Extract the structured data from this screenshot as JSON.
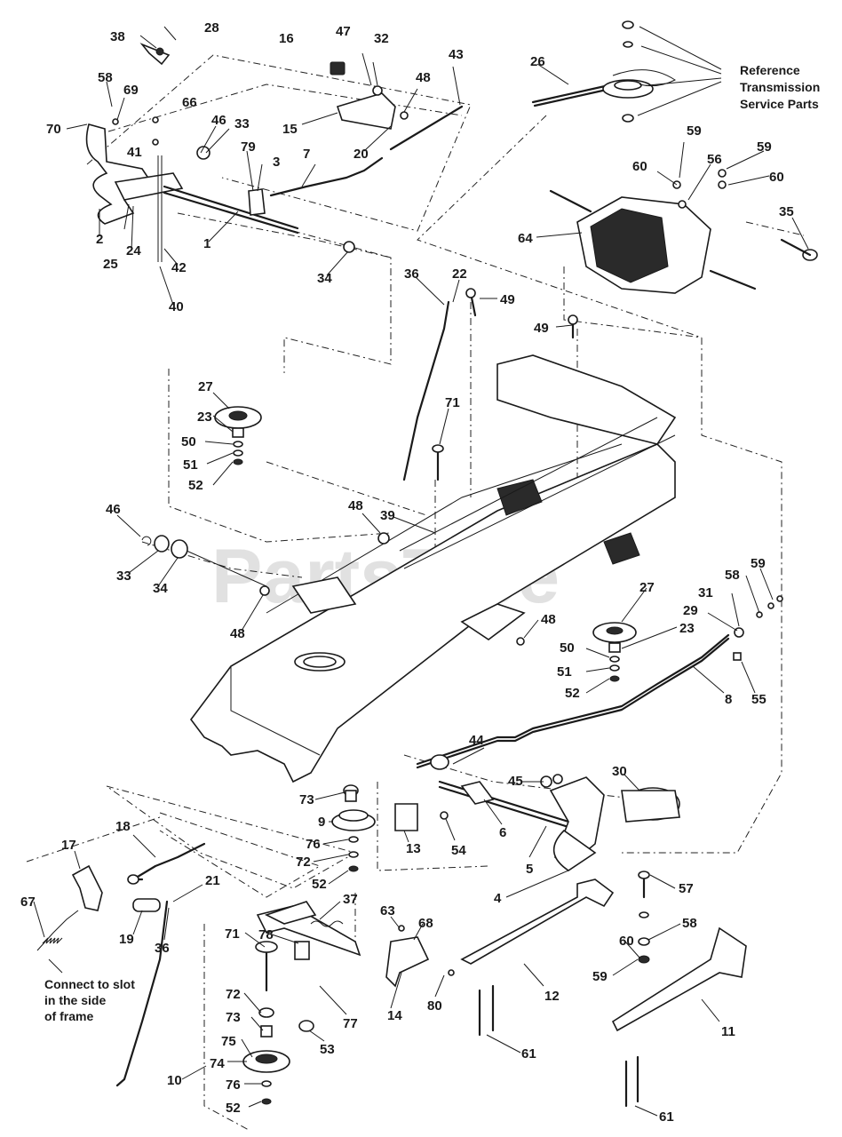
{
  "watermark": "PartsTree",
  "reference_note": [
    "Reference",
    "Transmission",
    "Service Parts"
  ],
  "frame_note": [
    "Connect to slot",
    "in the side",
    "of frame"
  ],
  "callouts": [
    {
      "label": "28"
    },
    {
      "label": "38"
    },
    {
      "label": "16"
    },
    {
      "label": "47"
    },
    {
      "label": "32"
    },
    {
      "label": "43"
    },
    {
      "label": "26"
    },
    {
      "label": "58"
    },
    {
      "label": "69"
    },
    {
      "label": "66"
    },
    {
      "label": "48"
    },
    {
      "label": "70"
    },
    {
      "label": "46"
    },
    {
      "label": "33"
    },
    {
      "label": "15"
    },
    {
      "label": "20"
    },
    {
      "label": "41"
    },
    {
      "label": "79"
    },
    {
      "label": "3"
    },
    {
      "label": "7"
    },
    {
      "label": "59"
    },
    {
      "label": "60"
    },
    {
      "label": "56"
    },
    {
      "label": "59"
    },
    {
      "label": "60"
    },
    {
      "label": "35"
    },
    {
      "label": "64"
    },
    {
      "label": "2"
    },
    {
      "label": "24"
    },
    {
      "label": "1"
    },
    {
      "label": "25"
    },
    {
      "label": "42"
    },
    {
      "label": "34"
    },
    {
      "label": "40"
    },
    {
      "label": "36"
    },
    {
      "label": "22"
    },
    {
      "label": "49"
    },
    {
      "label": "49"
    },
    {
      "label": "27"
    },
    {
      "label": "71"
    },
    {
      "label": "23"
    },
    {
      "label": "50"
    },
    {
      "label": "51"
    },
    {
      "label": "52"
    },
    {
      "label": "46"
    },
    {
      "label": "48"
    },
    {
      "label": "39"
    },
    {
      "label": "33"
    },
    {
      "label": "34"
    },
    {
      "label": "58"
    },
    {
      "label": "59"
    },
    {
      "label": "31"
    },
    {
      "label": "27"
    },
    {
      "label": "29"
    },
    {
      "label": "48"
    },
    {
      "label": "48"
    },
    {
      "label": "23"
    },
    {
      "label": "50"
    },
    {
      "label": "51"
    },
    {
      "label": "52"
    },
    {
      "label": "8"
    },
    {
      "label": "55"
    },
    {
      "label": "44"
    },
    {
      "label": "45"
    },
    {
      "label": "30"
    },
    {
      "label": "73"
    },
    {
      "label": "9"
    },
    {
      "label": "13"
    },
    {
      "label": "54"
    },
    {
      "label": "6"
    },
    {
      "label": "76"
    },
    {
      "label": "72"
    },
    {
      "label": "52"
    },
    {
      "label": "5"
    },
    {
      "label": "18"
    },
    {
      "label": "17"
    },
    {
      "label": "21"
    },
    {
      "label": "4"
    },
    {
      "label": "67"
    },
    {
      "label": "37"
    },
    {
      "label": "57"
    },
    {
      "label": "63"
    },
    {
      "label": "68"
    },
    {
      "label": "19"
    },
    {
      "label": "36"
    },
    {
      "label": "71"
    },
    {
      "label": "78"
    },
    {
      "label": "58"
    },
    {
      "label": "60"
    },
    {
      "label": "12"
    },
    {
      "label": "59"
    },
    {
      "label": "72"
    },
    {
      "label": "77"
    },
    {
      "label": "14"
    },
    {
      "label": "80"
    },
    {
      "label": "73"
    },
    {
      "label": "53"
    },
    {
      "label": "11"
    },
    {
      "label": "75"
    },
    {
      "label": "74"
    },
    {
      "label": "61"
    },
    {
      "label": "10"
    },
    {
      "label": "76"
    },
    {
      "label": "52"
    },
    {
      "label": "61"
    }
  ]
}
